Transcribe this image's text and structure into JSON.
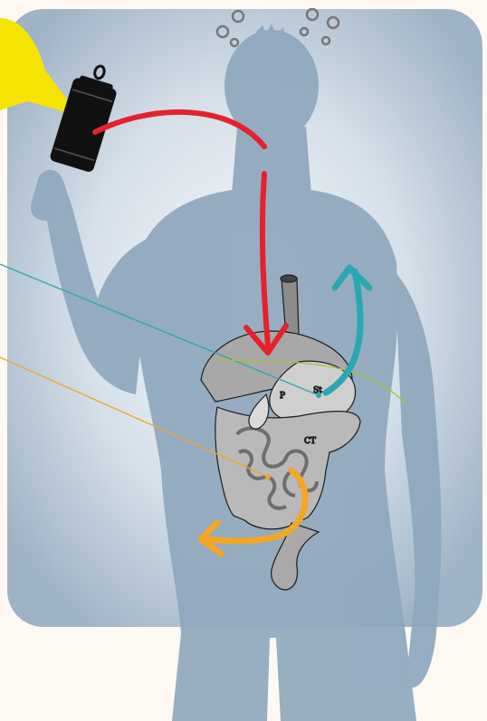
{
  "organ_labels": {
    "stomach_label": "St",
    "pancreas_label": "P",
    "colon_label": "CT"
  },
  "colors": {
    "background": "#fdf9f2",
    "panel": "#c2cfdb",
    "silhouette": "#8fa7bd",
    "can": "#111111",
    "flash": "#f4e400",
    "arrow_ingest": "#e3222b",
    "arrow_reflux": "#2aa8b1",
    "arrow_intestine": "#f2a726",
    "leader_teal": "#35a6ae",
    "leader_orange": "#f0a52a",
    "leader_green": "#a8c23a",
    "bubbles": "#777777"
  }
}
